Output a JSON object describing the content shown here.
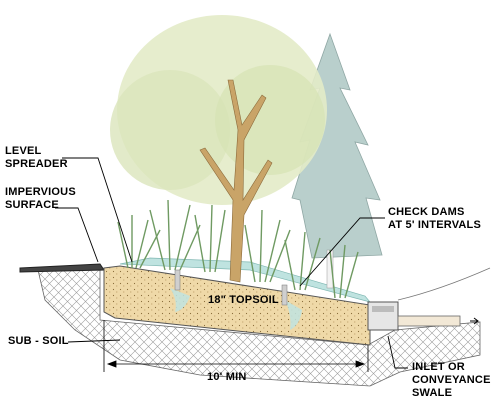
{
  "labels": {
    "level_spreader_1": "LEVEL",
    "level_spreader_2": "SPREADER",
    "impervious_1": "IMPERVIOUS",
    "impervious_2": "SURFACE",
    "check_dams_1": "CHECK DAMS",
    "check_dams_2": "AT 5' INTERVALS",
    "topsoil": "18\" TOPSOIL",
    "sub_soil": "SUB - SOIL",
    "min_width": "10' MIN",
    "inlet_1": "INLET OR",
    "inlet_2": "CONVEYANCE",
    "inlet_3": "SWALE"
  },
  "colors": {
    "topsoil": "#efd9a8",
    "water": "#bfe3e0",
    "foliage": "#dfe8c0",
    "evergreen": "#b9cfcc",
    "trunk": "#c9a468",
    "grass": "#6f9a62",
    "subsoil_hatch": "#9a9a9a"
  }
}
